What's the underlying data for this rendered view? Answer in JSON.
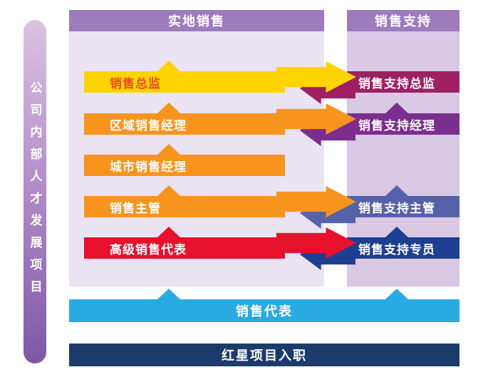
{
  "program": {
    "title": "公司内部人才发展项目"
  },
  "columns": {
    "left": {
      "header": "实地销售",
      "header_color": "#9d7bbd",
      "panel_color": "#eae3f2"
    },
    "right": {
      "header": "销售支持",
      "header_color": "#9d7bbd",
      "panel_color": "#d9c9e4"
    }
  },
  "left_items": [
    {
      "label": "销售总监",
      "color": "#ffd400",
      "text_color": "#f0491f"
    },
    {
      "label": "区域销售经理",
      "color": "#f7941e",
      "text_color": "#ffffff"
    },
    {
      "label": "城市销售经理",
      "color": "#f7941e",
      "text_color": "#ffffff"
    },
    {
      "label": "销售主管",
      "color": "#f7941e",
      "text_color": "#ffffff"
    },
    {
      "label": "高级销售代表",
      "color": "#e8112d",
      "text_color": "#ffffff"
    }
  ],
  "right_items": [
    {
      "label": "销售支持总监",
      "color": "#9e1f63"
    },
    {
      "label": "销售支持经理",
      "color": "#7b2e8e"
    },
    {
      "label": "销售支持主管",
      "color": "#5561a8"
    },
    {
      "label": "销售支持专员",
      "color": "#1d3f91"
    }
  ],
  "bottom_bars": [
    {
      "label": "销售代表",
      "color": "#29abe2"
    },
    {
      "label": "红星项目入职",
      "color": "#1d3a6d"
    }
  ]
}
